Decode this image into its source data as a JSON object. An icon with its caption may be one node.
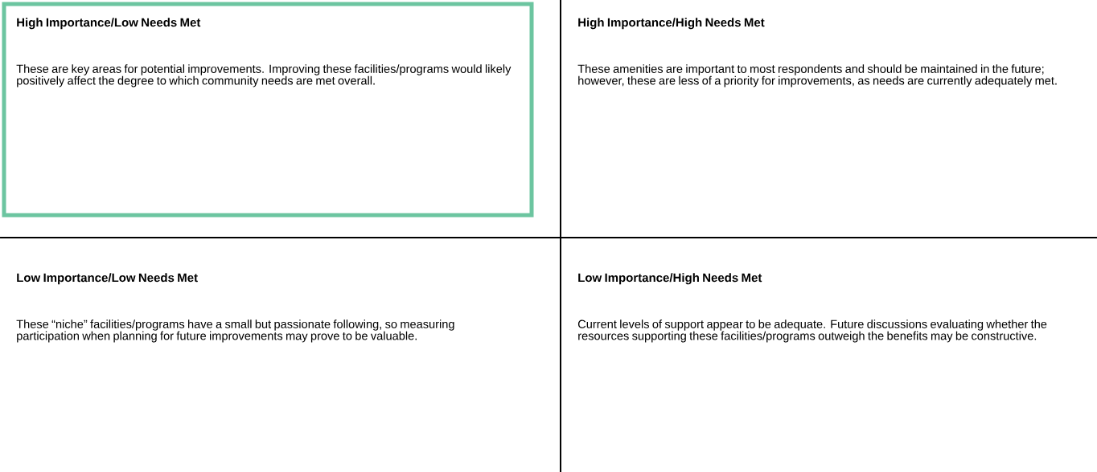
{
  "diagram": {
    "nodes": [
      {
        "text": [
          "High Importance/Low Needs Met",
          "These are key areas for potential improvements. Improving these facilities/programs would likely positively affect the degree to which community needs are met overall."
        ]
      }
    ],
    "labels": [
      "High Importance/High Needs Met",
      "These amenities are important to most respondents and should be maintained in the future; however, these are less of a priority for improvements, as needs are currently adequately met.",
      "Low Importance/Low Needs Met",
      "These “niche” facilities/programs have a small but passionate following, so measuring participation when planning for future improvements may prove to be valuable.",
      "Low Importance/High Needs Met",
      "Current levels of support appear to be adequate. Future discussions evaluating whether the resources supporting these facilities/programs outweigh the benefits may be constructive."
    ]
  }
}
